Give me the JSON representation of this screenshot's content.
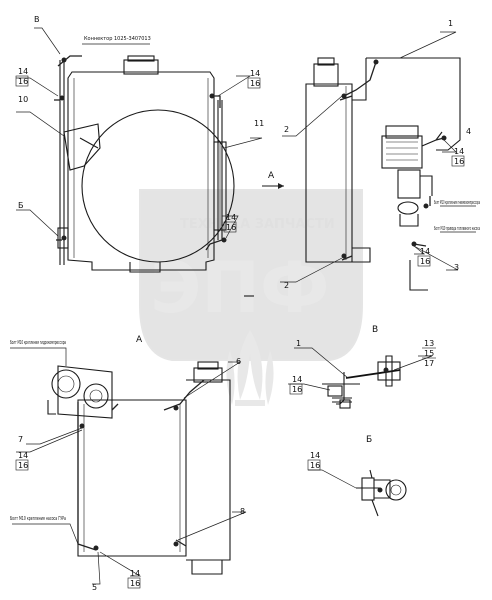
{
  "labels": {
    "n1": "1",
    "n2": "2",
    "n3": "3",
    "n4": "4",
    "n5": "5",
    "n6": "6",
    "n7": "7",
    "n8": "8",
    "n10": "10",
    "n11": "11",
    "n13": "13",
    "n14": "14",
    "n15": "15",
    "n16": "16",
    "n17": "17",
    "view_a": "А",
    "view_b": "Б",
    "view_v": "В"
  },
  "notes": {
    "connector": "Коннектор 1025-3407013",
    "bolt_compressor": "Болт М10 крепления пневмокомпрессора",
    "bolt_fuel_pump": "Болт М10 привода топливного насоса",
    "bolt_hydrocompressor": "Болт М10 крепления гидрокомпрессора",
    "bolt_gur_pump": "Болт М10 крепления насоса ГУРа"
  },
  "watermark": {
    "line1": "ТЕХНИКА ЗАПЧАСТИ",
    "logo": "ЭПФ"
  }
}
